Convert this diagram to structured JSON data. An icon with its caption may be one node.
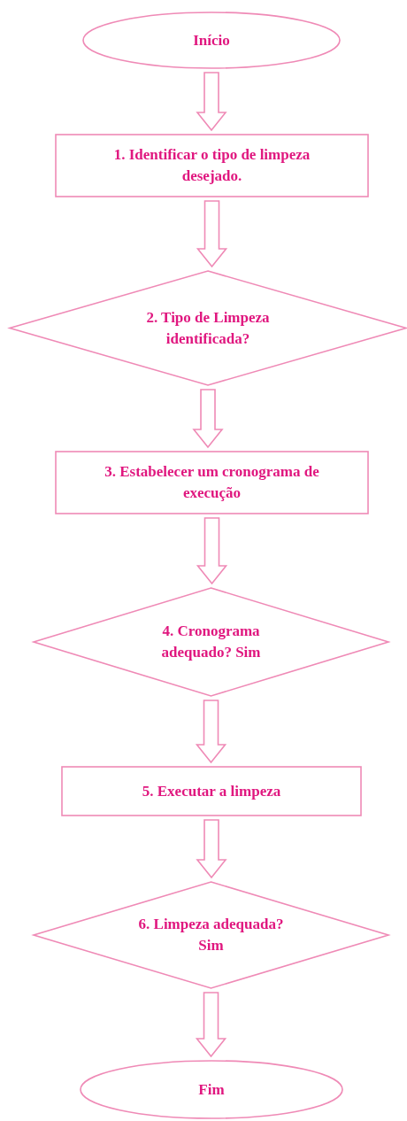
{
  "diagram": {
    "nodes": [
      {
        "text": [
          "Início"
        ]
      },
      {
        "text": [
          "1. Identificar o tipo de limpeza desejado."
        ]
      },
      {
        "text": [
          "2. Tipo de Limpeza identificada?"
        ]
      },
      {
        "text": [
          "3. Estabelecer um cronograma de execução"
        ]
      },
      {
        "text": [
          "4. Cronograma adequado? Sim"
        ]
      },
      {
        "text": [
          "5. Executar a limpeza"
        ]
      },
      {
        "text": [
          "6. Limpeza adequada? Sim"
        ]
      },
      {
        "text": [
          "Fim"
        ]
      }
    ],
    "edges": [
      {
        "from": 0,
        "to": 1,
        "arrow": "to"
      },
      {
        "from": 1,
        "to": 2,
        "arrow": "to"
      },
      {
        "from": 2,
        "to": 3,
        "arrow": "to"
      },
      {
        "from": 3,
        "to": 4,
        "arrow": "to"
      },
      {
        "from": 4,
        "to": 5,
        "arrow": "to"
      },
      {
        "from": 5,
        "to": 6,
        "arrow": "to"
      },
      {
        "from": 6,
        "to": 7,
        "arrow": "to"
      }
    ]
  }
}
